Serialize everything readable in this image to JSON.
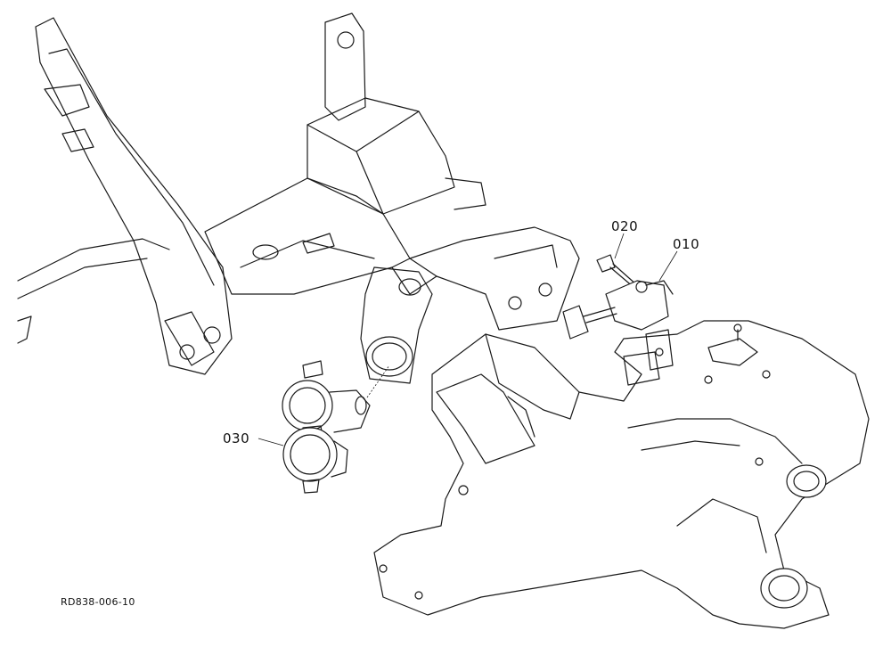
{
  "diagram": {
    "callouts": [
      {
        "id": "010",
        "text": "010"
      },
      {
        "id": "020",
        "text": "020"
      },
      {
        "id": "030",
        "text": "030"
      }
    ],
    "drawing_code": "RD838-006-10"
  }
}
